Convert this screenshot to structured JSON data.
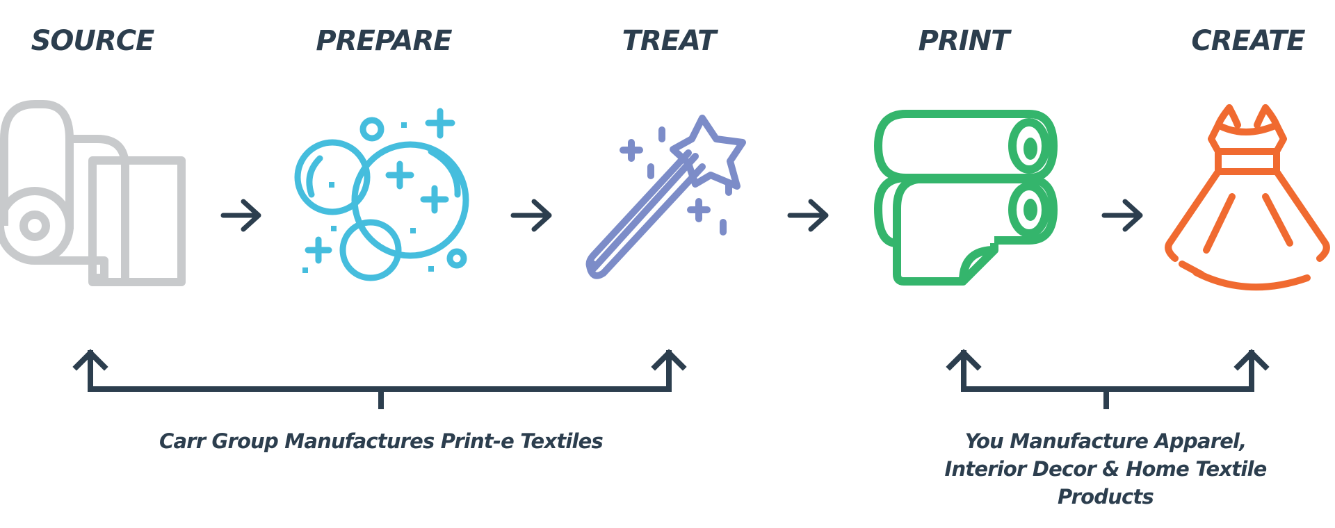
{
  "steps": [
    {
      "title": "SOURCE",
      "icon": "fabric-roll-icon",
      "color": "#c8cacc"
    },
    {
      "title": "PREPARE",
      "icon": "bubbles-sparkle-icon",
      "color": "#45bddd"
    },
    {
      "title": "TREAT",
      "icon": "magic-wand-icon",
      "color": "#7c8cc8"
    },
    {
      "title": "PRINT",
      "icon": "printed-rolls-icon",
      "color": "#34b56c"
    },
    {
      "title": "CREATE",
      "icon": "dress-icon",
      "color": "#f06a30"
    }
  ],
  "groups": [
    {
      "caption": "Carr Group Manufactures Print-e Textiles"
    },
    {
      "caption_lines": [
        "You Manufacture Apparel,",
        "Interior Decor & Home Textile",
        "Products"
      ]
    }
  ],
  "colors": {
    "text": "#2c3e4e",
    "arrows": "#2c3e4e"
  }
}
